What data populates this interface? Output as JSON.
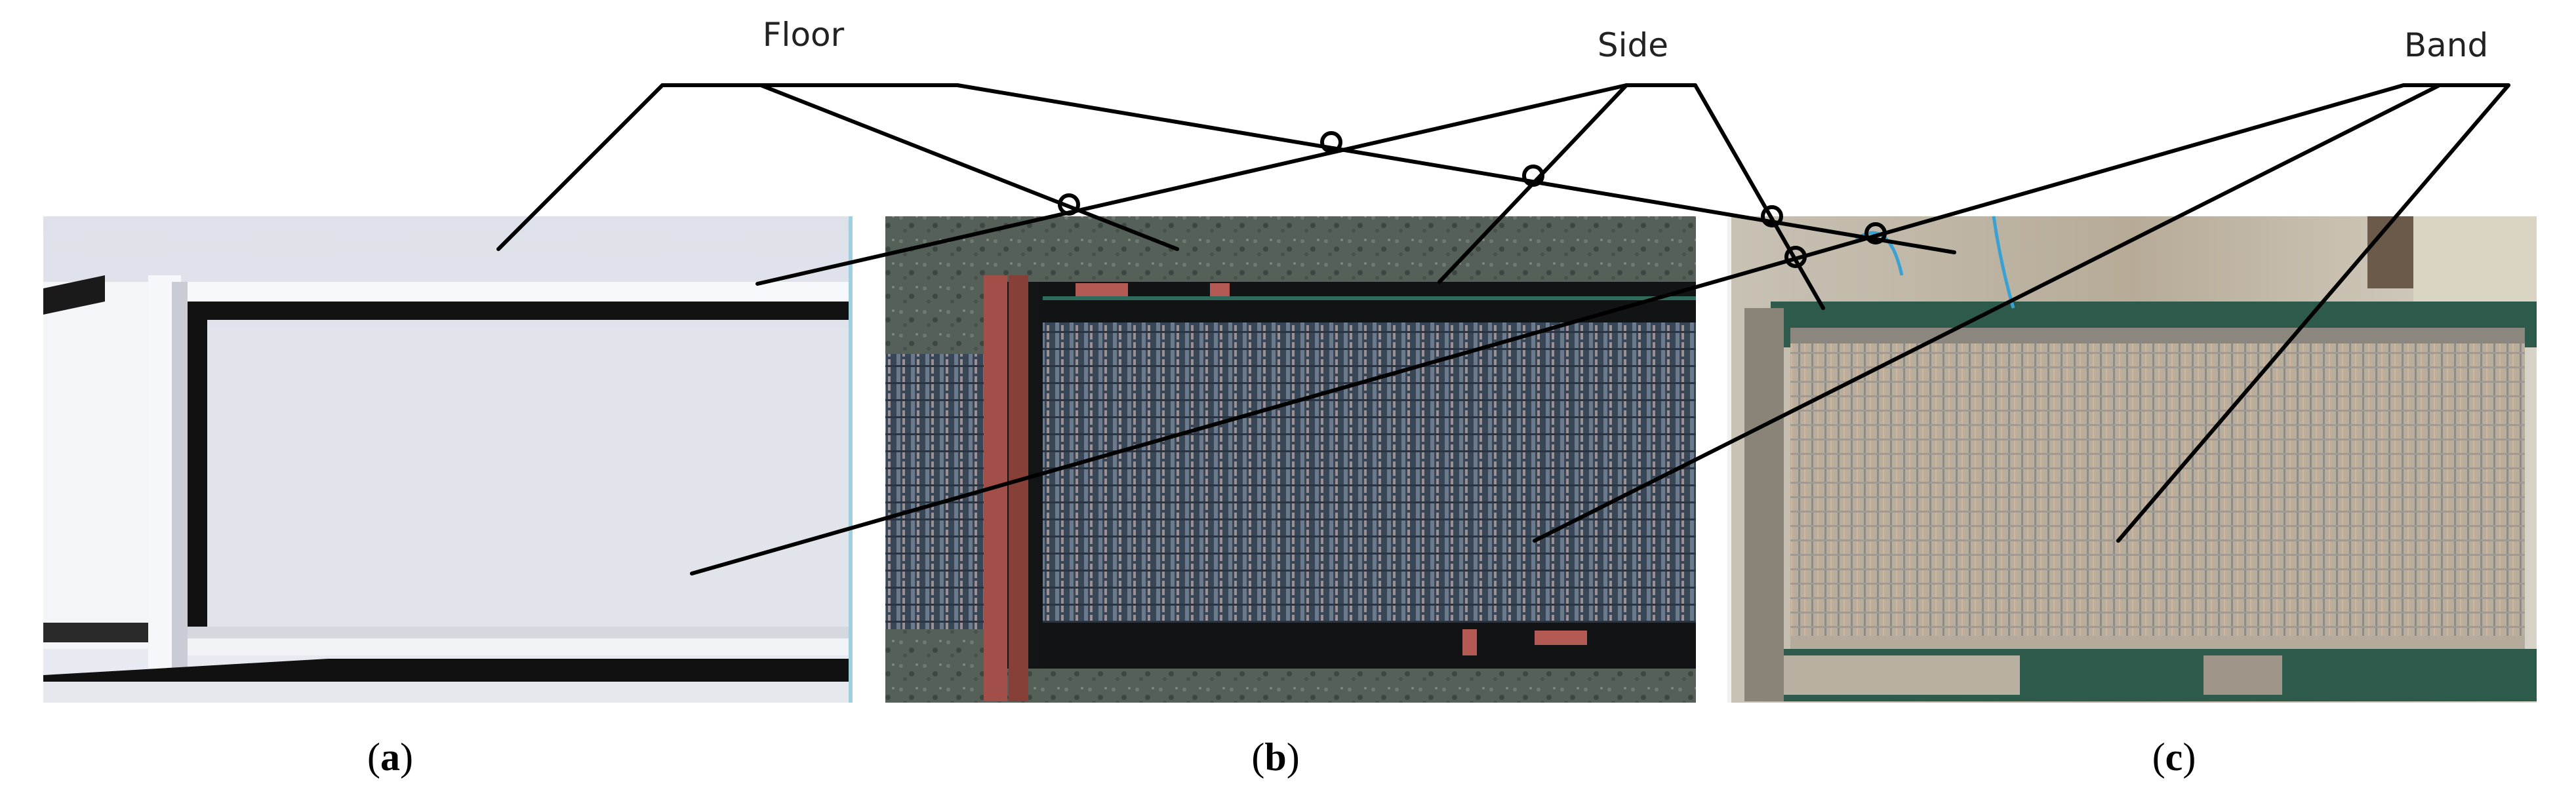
{
  "labels": {
    "floor": "Floor",
    "side": "Side",
    "band": "Band"
  },
  "panels": [
    {
      "id": "a",
      "caption_open": "(",
      "caption_letter": "a",
      "caption_close": ")",
      "kind": "rendered model, light grey"
    },
    {
      "id": "b",
      "caption_open": "(",
      "caption_letter": "b",
      "caption_close": ")",
      "kind": "rendered mesh belt, dark"
    },
    {
      "id": "c",
      "caption_open": "(",
      "caption_letter": "c",
      "caption_close": ")",
      "kind": "photograph of real conveyor"
    }
  ],
  "colors": {
    "leader_line": "#000000",
    "panel_a_floor": "#e4e6ee",
    "panel_a_frame": "#101010",
    "panel_b_belt": "#3c4a5a",
    "panel_b_rust": "#a24f4a",
    "panel_c_belt": "#b5a99a",
    "panel_c_green": "#2e5a4c"
  }
}
